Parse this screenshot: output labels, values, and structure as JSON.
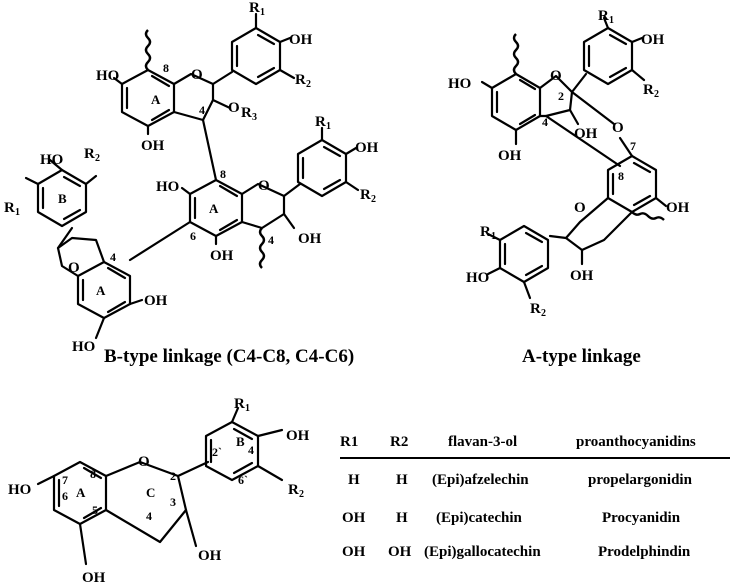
{
  "captions": {
    "b_type": "B-type linkage (C4-C8, C4-C6)",
    "a_type": "A-type linkage"
  },
  "atoms": {
    "oh": "OH",
    "ho": "HO",
    "o": "O",
    "r": "R",
    "sub1": "1",
    "sub2": "2",
    "sub3": "3"
  },
  "ring_labels": {
    "a": "A",
    "b": "B",
    "c": "C"
  },
  "positions": {
    "p2": "2",
    "p3": "3",
    "p4": "4",
    "p5": "5",
    "p6": "6",
    "p7": "7",
    "p8": "8",
    "p2prime": "2`",
    "p6prime": "6`"
  },
  "table": {
    "headers": [
      "R1",
      "R2",
      "flavan-3-ol",
      "proanthocyanidins"
    ],
    "rows": [
      [
        "H",
        "H",
        "(Epi)afzelechin",
        "propelargonidin"
      ],
      [
        "OH",
        "H",
        "(Epi)catechin",
        "Procyanidin"
      ],
      [
        "OH",
        "OH",
        "(Epi)gallocatechin",
        "Prodelphindin"
      ]
    ]
  }
}
